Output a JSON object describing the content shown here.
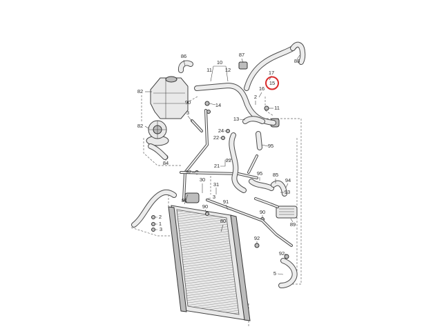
{
  "diagram": {
    "callouts": [
      "86",
      "87",
      "88",
      "10",
      "11",
      "12",
      "17",
      "15",
      "16",
      "2",
      "82",
      "90",
      "3",
      "14",
      "11",
      "13",
      "82",
      "24",
      "22",
      "84",
      "95",
      "21",
      "22",
      "92",
      "95",
      "85",
      "94",
      "93",
      "30",
      "31",
      "3",
      "91",
      "81",
      "90",
      "89",
      "80",
      "2",
      "1",
      "3",
      "92",
      "92",
      "5",
      "90"
    ],
    "highlighted_callout": "15"
  },
  "colors": {
    "background": "#ffffff",
    "line": "#4a4a4a",
    "highlight_ring": "#d92b2b"
  }
}
